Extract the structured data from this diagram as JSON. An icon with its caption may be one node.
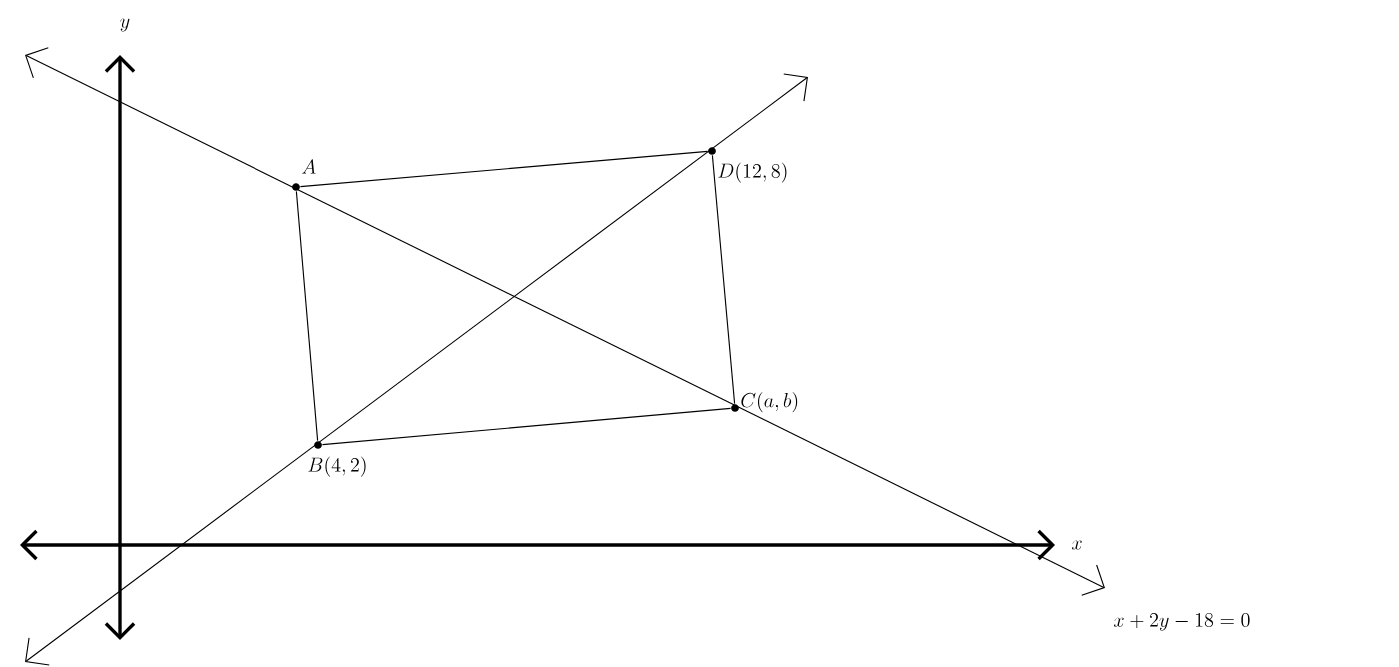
{
  "diagram": {
    "nodes": [
      {
        "text": [
          "A"
        ]
      },
      {
        "text": [
          "B(4,2)"
        ]
      },
      {
        "text": [
          "C(a,b)"
        ]
      },
      {
        "text": [
          "D(12,8)"
        ]
      }
    ],
    "edges": [
      {
        "from": 0,
        "to": 1,
        "arrow": "none"
      },
      {
        "from": 1,
        "to": 2,
        "arrow": "none"
      },
      {
        "from": 2,
        "to": 3,
        "arrow": "none"
      },
      {
        "from": 3,
        "to": 0,
        "arrow": "none"
      }
    ],
    "labels": [
      "y",
      "x",
      "x+2y-18=0"
    ]
  }
}
